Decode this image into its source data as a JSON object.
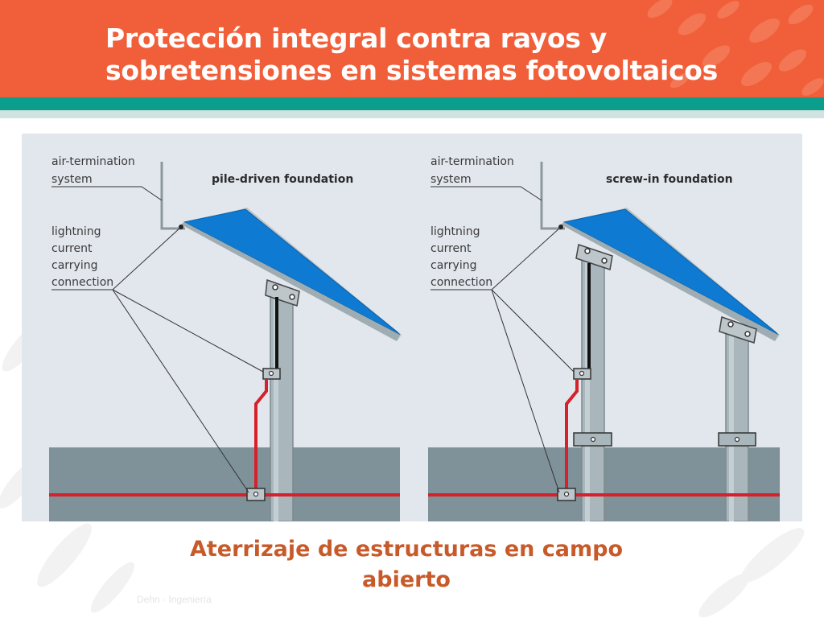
{
  "slide": {
    "title_line1": "Protección integral contra rayos y",
    "title_line2": "sobretensiones en sistemas fotovoltaicos",
    "caption_line1": "Aterrizaje de estructuras en campo",
    "caption_line2": "abierto",
    "footer_text": "Dehn  ·  Ingeniería"
  },
  "diagram_left": {
    "air_label_1": "air-termination",
    "air_label_2": "system",
    "foundation_label": "pile-driven foundation",
    "conn_label_1": "lightning",
    "conn_label_2": "current",
    "conn_label_3": "carrying",
    "conn_label_4": "connection"
  },
  "diagram_right": {
    "air_label_1": "air-termination",
    "air_label_2": "system",
    "foundation_label": "screw-in foundation",
    "conn_label_1": "lightning",
    "conn_label_2": "current",
    "conn_label_3": "carrying",
    "conn_label_4": "connection"
  },
  "colors": {
    "header": "#f15f3a",
    "teal": "#0b9e8c",
    "panel_blue": "#0f7ad1",
    "ground": "#7f9199",
    "conductor_red": "#d6202a",
    "diagram_bg": "#e2e7ed",
    "caption": "#c85a2a"
  }
}
